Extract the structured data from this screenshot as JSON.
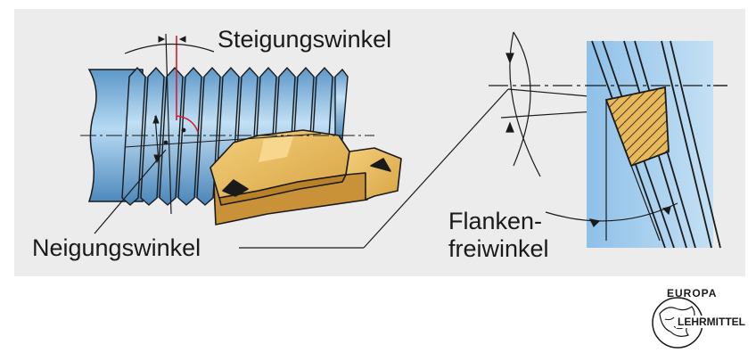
{
  "labels": {
    "steigungswinkel": "Steigungswinkel",
    "neigungswinkel": "Neigungswinkel",
    "flanken_line1": "Flanken-",
    "flanken_line2": "freiwinkel"
  },
  "logo": {
    "top": "EUROPA",
    "bottom": "LEHRMITTEL"
  },
  "colors": {
    "panel": "#ececec",
    "shaft_blue": "#7fb8df",
    "insert_gold": "#e8b85a",
    "detail_blue": "#a8cdeb",
    "red_line": "#d4202a"
  }
}
